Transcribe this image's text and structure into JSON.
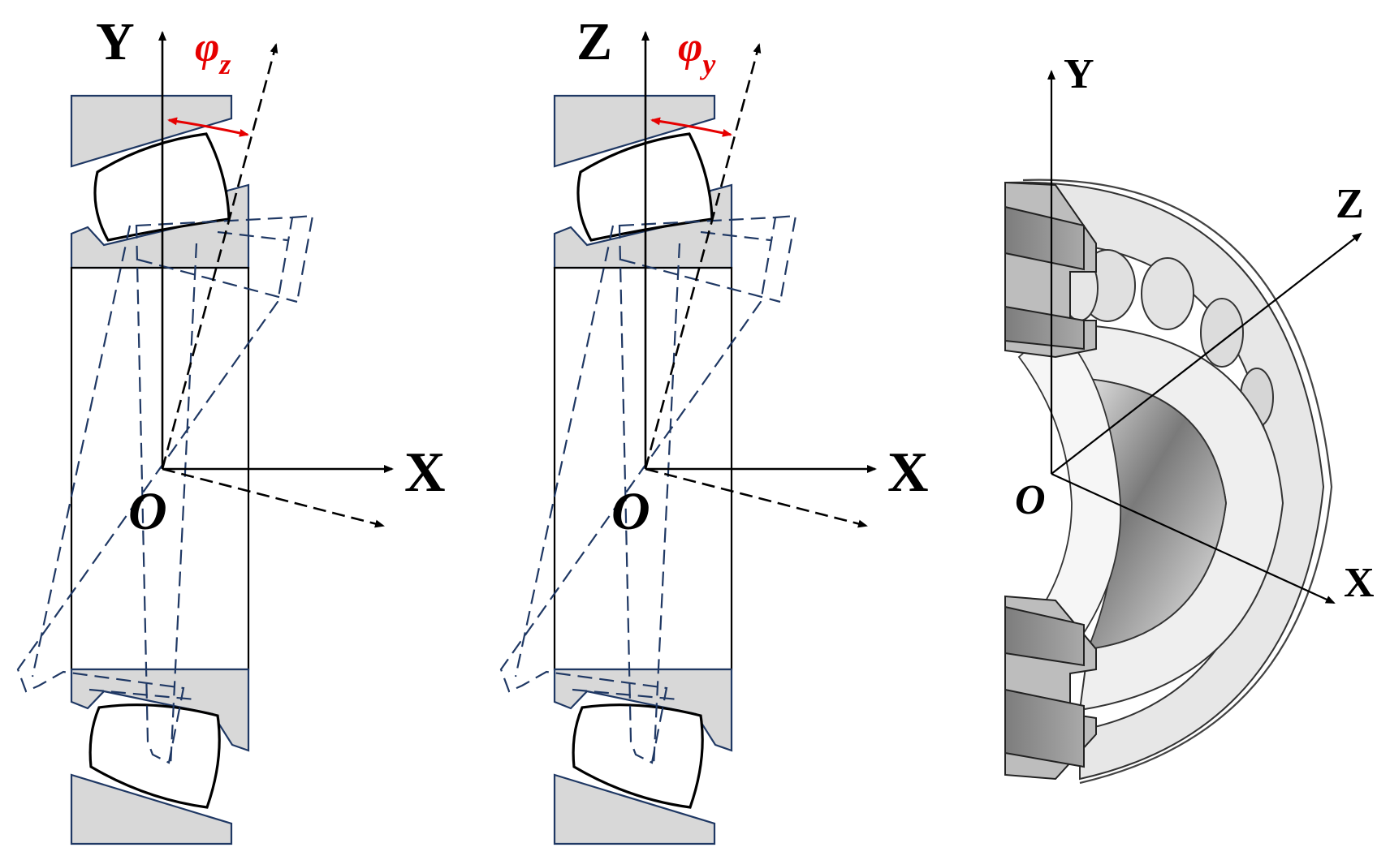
{
  "panels": [
    {
      "id": "left",
      "vertical_axis": "Y",
      "horizontal_axis": "X",
      "origin": "O",
      "angle": {
        "symbol": "φ",
        "subscript": "z"
      }
    },
    {
      "id": "middle",
      "vertical_axis": "Z",
      "horizontal_axis": "X",
      "origin": "O",
      "angle": {
        "symbol": "φ",
        "subscript": "y"
      }
    },
    {
      "id": "right",
      "axis_y": "Y",
      "axis_z": "Z",
      "axis_x": "X",
      "origin": "O"
    }
  ],
  "colors": {
    "ring_fill": "#d8d8d8",
    "outline": "#1f3864",
    "angle": "#e60000",
    "axes": "#000000"
  }
}
